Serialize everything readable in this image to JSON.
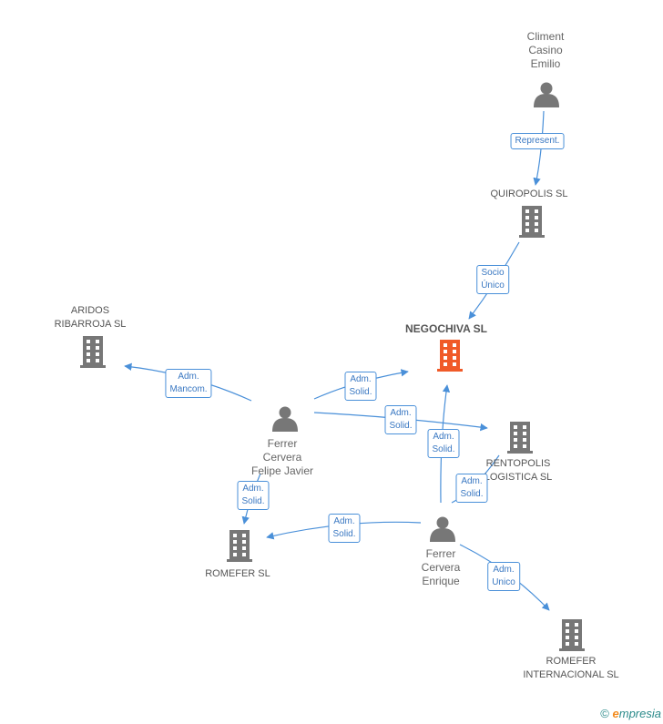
{
  "colors": {
    "edge": "#4a90d9",
    "company": "#777777",
    "focus_company": "#f05a28",
    "person": "#777777"
  },
  "nodes": {
    "climent": {
      "label": "Climent\nCasino\nEmilio",
      "type": "person"
    },
    "quiropolis": {
      "label": "QUIROPOLIS SL",
      "type": "company"
    },
    "negochiva": {
      "label": "NEGOCHIVA SL",
      "type": "focus-company"
    },
    "aridos": {
      "label": "ARIDOS\nRIBARROJA SL",
      "type": "company"
    },
    "felipe": {
      "label": "Ferrer\nCervera\nFelipe Javier",
      "type": "person"
    },
    "rentopolis": {
      "label": "RENTOPOLIS\nLOGISTICA SL",
      "type": "company"
    },
    "romefer": {
      "label": "ROMEFER SL",
      "type": "company"
    },
    "enrique": {
      "label": "Ferrer\nCervera\nEnrique",
      "type": "person"
    },
    "romefer_int": {
      "label": "ROMEFER\nINTERNACIONAL SL",
      "type": "company"
    }
  },
  "edges": {
    "represent": {
      "label": "Represent."
    },
    "socio_unico": {
      "label": "Socio\nÚnico"
    },
    "adm_mancom": {
      "label": "Adm.\nMancom."
    },
    "adm_solid_felipe_nego": {
      "label": "Adm.\nSolid."
    },
    "adm_solid_felipe_rento": {
      "label": "Adm.\nSolid."
    },
    "adm_solid_enrique_nego": {
      "label": "Adm.\nSolid."
    },
    "adm_solid_enrique_rento": {
      "label": "Adm.\nSolid."
    },
    "adm_solid_felipe_romefer": {
      "label": "Adm.\nSolid."
    },
    "adm_solid_enrique_romefer": {
      "label": "Adm.\nSolid."
    },
    "adm_unico": {
      "label": "Adm.\nUnico"
    }
  },
  "footer": {
    "copyright": "©",
    "brand_initial": "e",
    "brand_rest": "mpresia"
  }
}
